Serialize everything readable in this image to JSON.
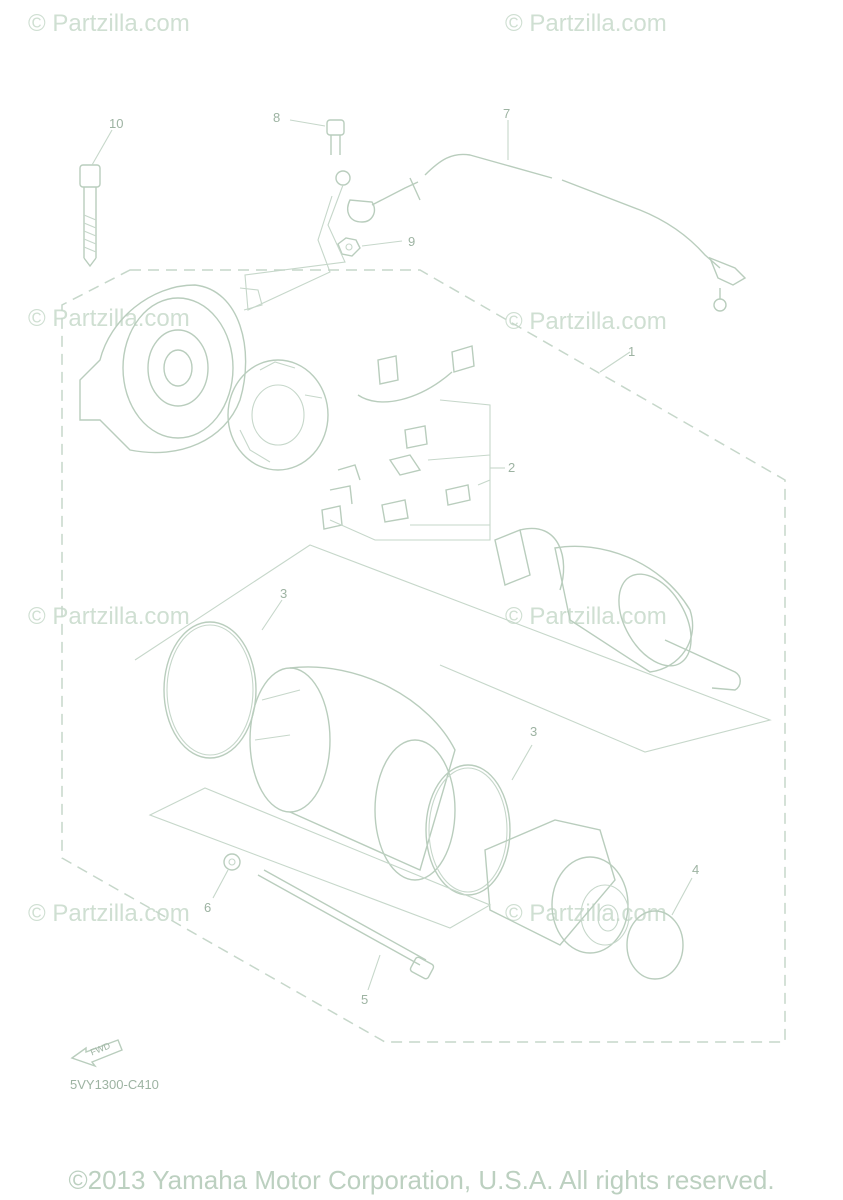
{
  "watermarks": [
    "© Partzilla.com",
    "© Partzilla.com",
    "© Partzilla.com",
    "© Partzilla.com",
    "© Partzilla.com",
    "© Partzilla.com",
    "© Partzilla.com",
    "© Partzilla.com"
  ],
  "callouts": {
    "c1": "1",
    "c2": "2",
    "c3a": "3",
    "c3b": "3",
    "c4": "4",
    "c5": "5",
    "c6": "6",
    "c7": "7",
    "c8": "8",
    "c9": "9",
    "c10": "10"
  },
  "fwd_label": "FWD",
  "part_code": "5VY1300-C410",
  "copyright": "©2013 Yamaha Motor Corporation, U.S.A. All rights reserved.",
  "colors": {
    "line": "#b9cdbd",
    "watermark": "#cfdfd2",
    "text": "#9db3a2"
  }
}
